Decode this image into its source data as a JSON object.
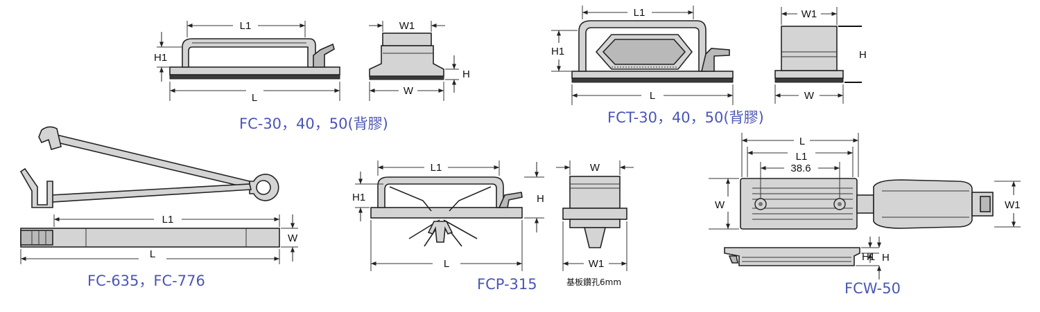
{
  "colors": {
    "caption": "#4a55b8",
    "part": "#d4d4d4",
    "outline": "#222222",
    "adhesive": "#3a3a3a"
  },
  "diagram": {
    "fc30": {
      "caption": "FC-30，40，50(背膠)",
      "dims": {
        "l1": "L1",
        "h1": "H1",
        "l": "L",
        "w1": "W1",
        "w": "W",
        "h": "H"
      }
    },
    "fct30": {
      "caption": "FCT-30，40，50(背膠)",
      "dims": {
        "l1": "L1",
        "h1": "H1",
        "l": "L",
        "w1": "W1",
        "w": "W",
        "h": "H"
      }
    },
    "fc635": {
      "caption": "FC-635，FC-776",
      "dims": {
        "l1": "L1",
        "l": "L",
        "w": "W"
      }
    },
    "fcp315": {
      "caption": "FCP-315",
      "note": "基板鑽孔6mm",
      "dims": {
        "l1": "L1",
        "h1": "H1",
        "l": "L",
        "h": "H",
        "w": "W",
        "w1": "W1"
      }
    },
    "fcw50": {
      "caption": "FCW-50",
      "dims": {
        "l": "L",
        "l1": "L1",
        "pitch": "38.6",
        "w": "W",
        "w1": "W1",
        "h1": "H1",
        "h": "H"
      }
    }
  }
}
